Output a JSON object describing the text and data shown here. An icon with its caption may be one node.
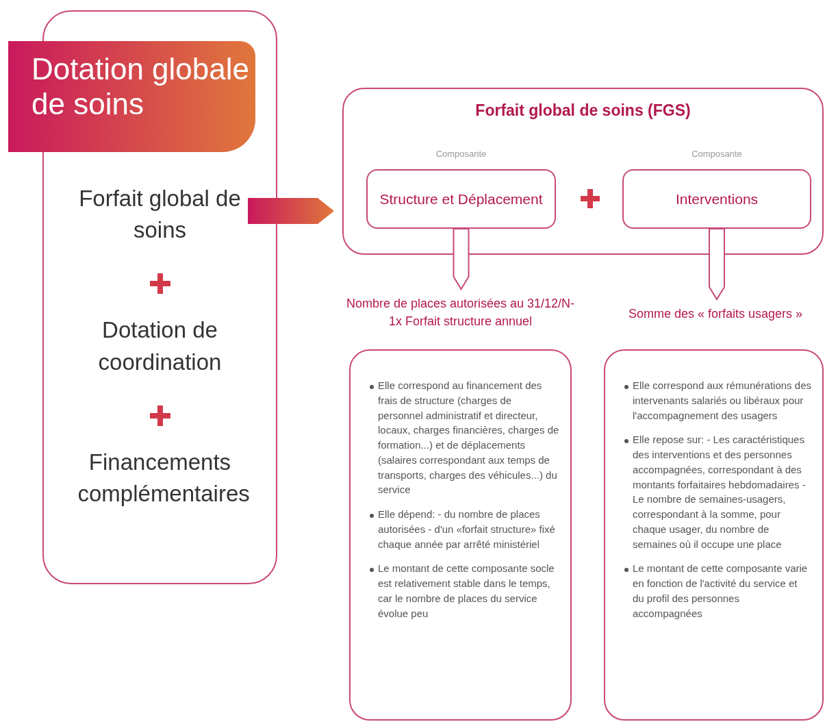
{
  "diagram": {
    "nodes": [
      {
        "text": [
          "Forfait global de soins",
          "Dotation de coordination",
          "Financements complémentaires"
        ]
      },
      {
        "text": [
          "Dotation globale de soins"
        ]
      },
      {
        "text": [
          "Forfait global de soins (FGS)"
        ]
      },
      {
        "text": [
          "Structure et Déplacement"
        ],
        "in": 2,
        "beside": [
          "Composante"
        ]
      },
      {
        "text": [
          "Interventions"
        ],
        "in": 2,
        "beside": [
          "Composante"
        ]
      },
      {
        "text": [
          "Nombre de places autorisées au 31/12/N-1x Forfait structure annuel"
        ]
      },
      {
        "text": [
          "Somme des « forfaits usagers »"
        ]
      },
      {
        "text": [
          "Elle correspond au financement des frais de structure (charges de personnel administratif et directeur, locaux, charges financières, charges de formation...) et de déplacements (salaires correspondant aux temps de transports, charges des véhicules...) du service",
          "Elle dépend: - du nombre de places autorisées - d'un «forfait structure» fixé chaque année par arrêté ministériel",
          "Le montant de cette composante socle est relativement stable dans le temps, car le nombre de places du service évolue peu"
        ]
      },
      {
        "text": [
          "Elle correspond aux rémunérations des intervenants salariés ou libéraux pour l'accompagnement des usagers",
          "Elle repose sur: - Les caractéristiques des interventions et des personnes accompagnées, correspondant à des montants forfaitaires hebdomadaires - Le nombre de semaines-usagers, correspondant à la somme, pour chaque usager, du nombre de semaines où il occupe une place",
          "Le montant de cette composante varie en fonction de l'activité du service et du profil des personnes accompagnées"
        ]
      }
    ],
    "edges": [
      {
        "from": 0,
        "to": 2,
        "arrow": "to",
        "style": "thick"
      },
      {
        "from": 3,
        "to": 5,
        "arrow": "to"
      },
      {
        "from": 4,
        "to": 6,
        "arrow": "to"
      }
    ]
  }
}
